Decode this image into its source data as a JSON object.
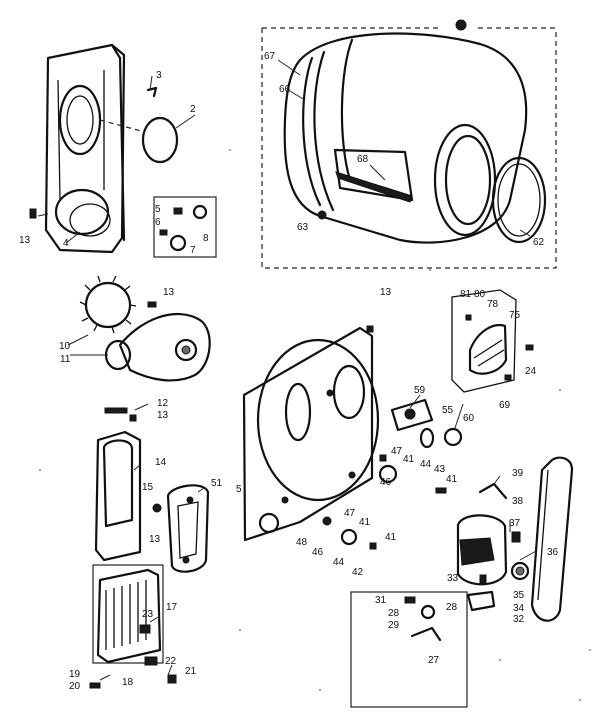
{
  "callouts": [
    "2",
    "3",
    "4",
    "5",
    "5",
    "6",
    "7",
    "8",
    "10",
    "11",
    "12",
    "13",
    "13",
    "13",
    "13",
    "13",
    "14",
    "15",
    "17",
    "18",
    "19",
    "20",
    "21",
    "22",
    "23",
    "24",
    "27",
    "28",
    "28",
    "29",
    "31",
    "32",
    "33",
    "34",
    "35",
    "36",
    "37",
    "38",
    "39",
    "41",
    "41",
    "41",
    "41",
    "42",
    "43",
    "44",
    "44",
    "46",
    "46",
    "47",
    "47",
    "48",
    "51",
    "55",
    "59",
    "60",
    "62",
    "63",
    "66",
    "67",
    "68",
    "69",
    "75",
    "78",
    "80",
    "81"
  ]
}
